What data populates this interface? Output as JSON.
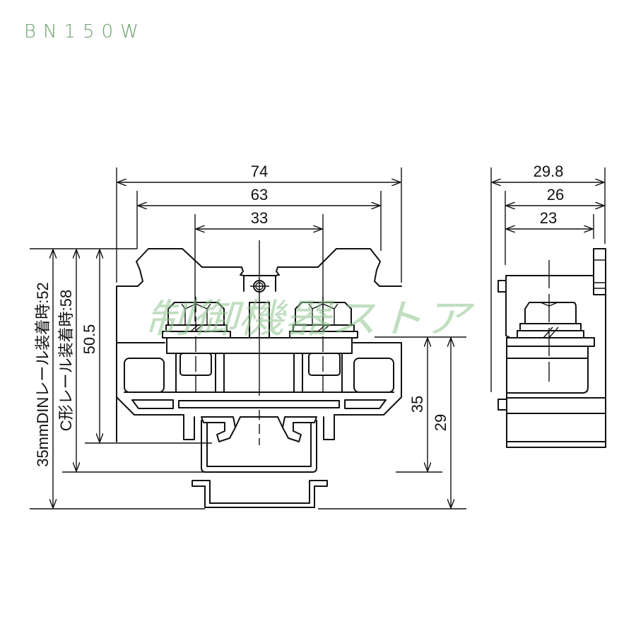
{
  "title": "BN150W",
  "watermark": "制御機器ストア",
  "colors": {
    "title": "#6aa06a",
    "watermark": "#8cc28c",
    "line": "#111111"
  },
  "front_view": {
    "dimensions": {
      "overall_width": "74",
      "mid_width": "63",
      "screw_pitch": "33",
      "height_din_label": "35mmDINレール装着時:52",
      "height_c_label": "C形レール装着時:58",
      "body_height": "50.5",
      "rail_height_35": "35",
      "rail_height_29": "29"
    }
  },
  "side_view": {
    "dimensions": {
      "overall_depth": "29.8",
      "depth_26": "26",
      "depth_23": "23"
    }
  }
}
